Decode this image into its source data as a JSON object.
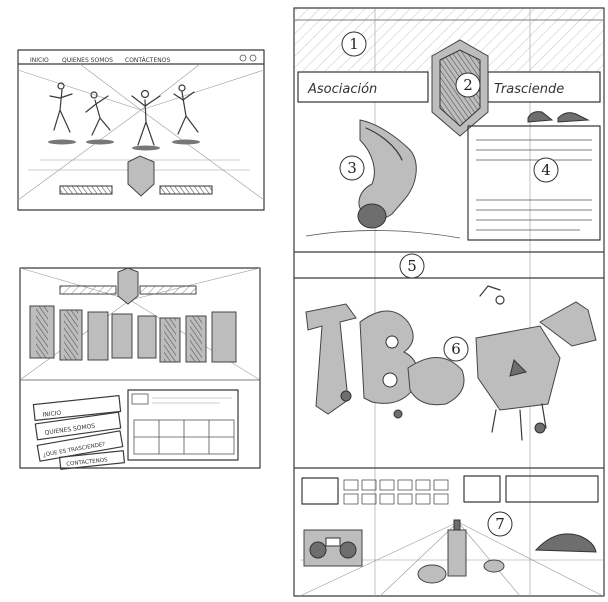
{
  "sketch1": {
    "nav": [
      "INICIO",
      "QUIENES SOMOS",
      "CONTÁCTENOS"
    ]
  },
  "sketch2": {
    "menu": [
      "INICIO",
      "QUIENES SOMOS",
      "¿QUE ES TRASCIENDE?",
      "CONTÁCTENOS"
    ]
  },
  "sketch3": {
    "banner_left": "Asociación",
    "banner_right": "Trasciende",
    "callouts": [
      "1",
      "2",
      "3",
      "4",
      "5",
      "6",
      "7"
    ]
  }
}
